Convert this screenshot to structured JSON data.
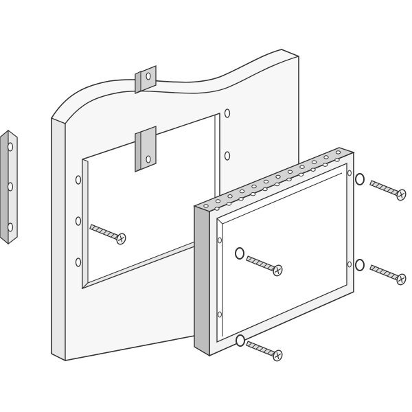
{
  "figure": {
    "parts": [
      "wall-panel",
      "wall-cutout",
      "rear-mounting-bracket",
      "side-mounting-bracket",
      "recessed-frame",
      "mounting-screw",
      "o-ring-washer"
    ],
    "colors": {
      "line": "#333333",
      "panel_fill": "#f7f7f7",
      "shade_light": "#e8e8e8",
      "shade_mid": "#d4d4d4",
      "shade_dark": "#bdbdbd",
      "background": "#ffffff"
    }
  }
}
